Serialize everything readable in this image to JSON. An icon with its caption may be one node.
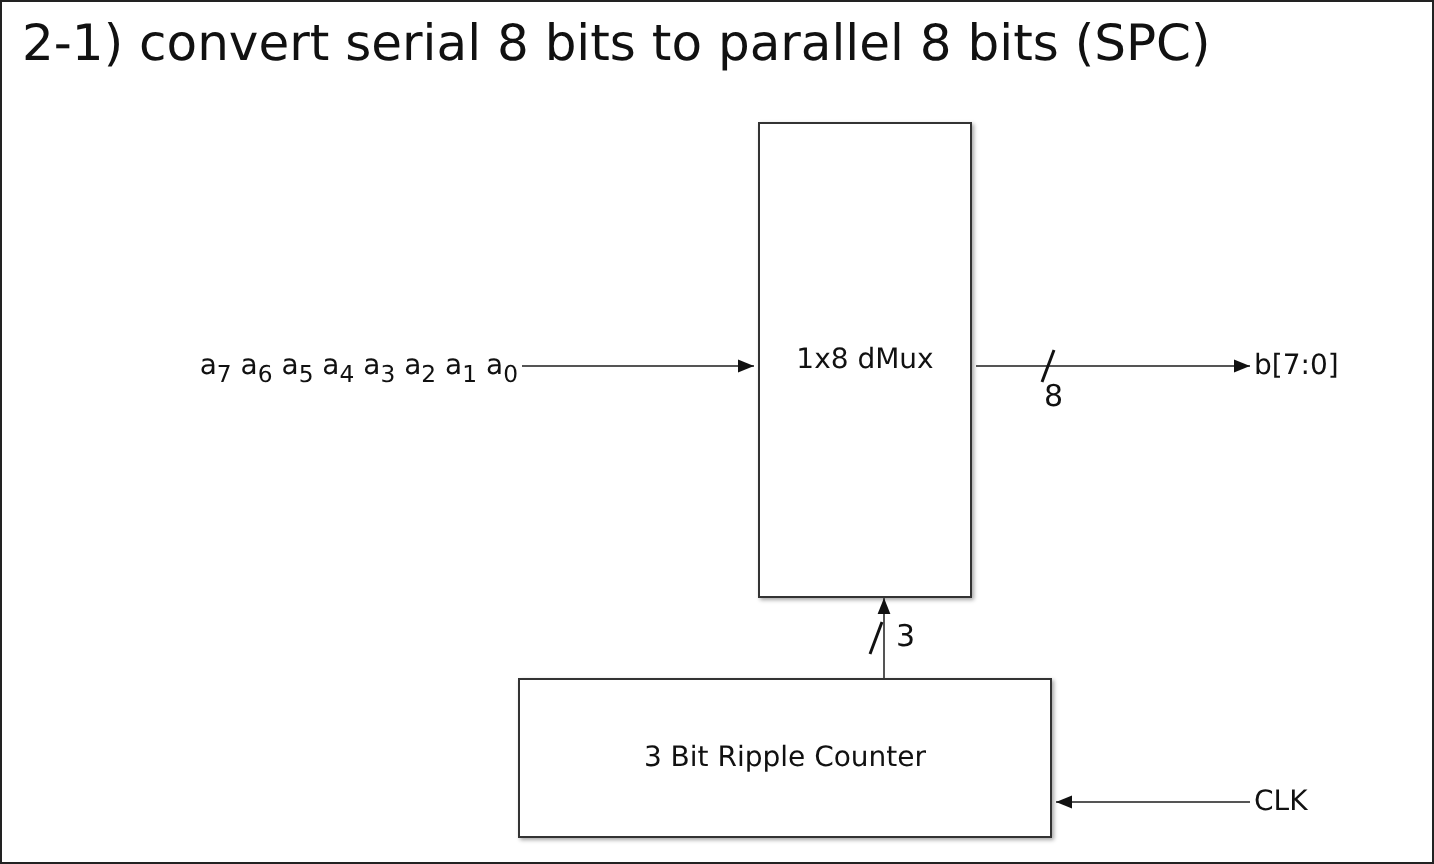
{
  "diagram": {
    "title": "2-1) convert serial 8 bits to parallel 8 bits (SPC)",
    "nodes": [
      {
        "text": [
          "a$_{7}$ a$_{6}$ a$_{5}$ a$_{4}$ a$_{3}$ a$_{2}$ a$_{1}$ a$_{0}$"
        ]
      },
      {
        "text": [
          "1x8 dMux"
        ]
      },
      {
        "text": [
          "b[7:0]"
        ]
      },
      {
        "text": [
          "3 Bit Ripple Counter"
        ]
      },
      {
        "text": [
          "CLK"
        ]
      }
    ],
    "edges": [
      {
        "from": 0,
        "to": 1,
        "arrow": "to"
      },
      {
        "from": 1,
        "to": 2,
        "arrow": "to",
        "label": "8"
      },
      {
        "from": 3,
        "to": 1,
        "arrow": "to",
        "label": "3"
      },
      {
        "from": 4,
        "to": 3,
        "arrow": "to"
      }
    ]
  }
}
